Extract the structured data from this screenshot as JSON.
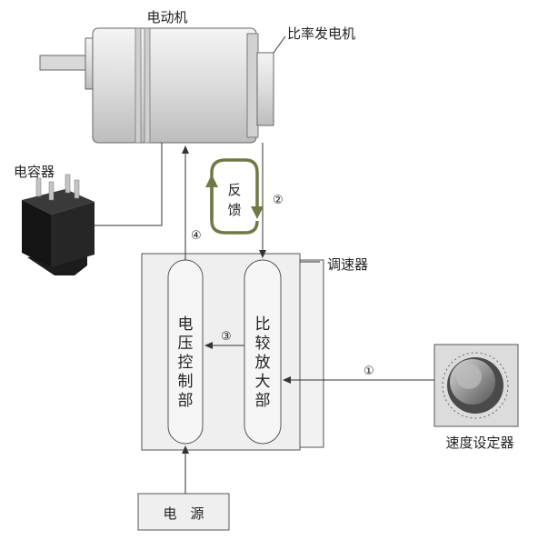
{
  "labels": {
    "motor": "电动机",
    "tachogenerator": "比率发电机",
    "capacitor": "电容器",
    "controller": "调速器",
    "speed_setter": "速度设定器",
    "power": "电　源",
    "feedback_1": "反",
    "feedback_2": "馈",
    "voltage_control": [
      "电",
      "压",
      "控",
      "制",
      "部"
    ],
    "comparator_amp": [
      "比",
      "较",
      "放",
      "大",
      "部"
    ]
  },
  "markers": {
    "m1": "①",
    "m2": "②",
    "m3": "③",
    "m4": "④"
  },
  "colors": {
    "feedback_loop": "#6e7a45",
    "box_fill": "#efefef",
    "box_stroke": "#555555",
    "pill_fill": "#f6f6f6",
    "line": "#333333"
  }
}
